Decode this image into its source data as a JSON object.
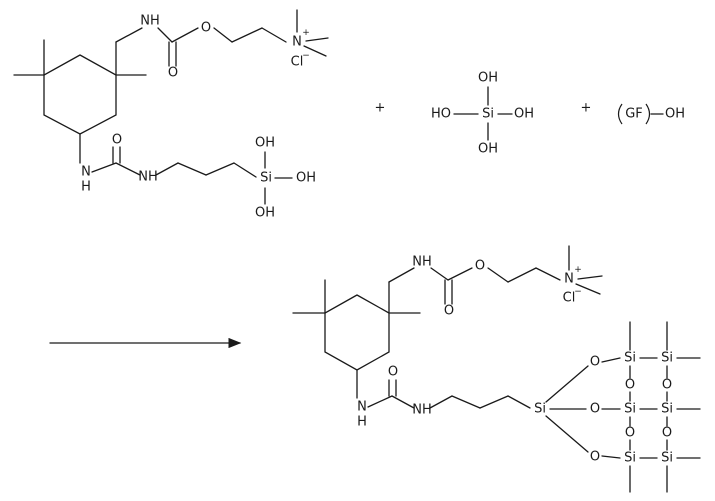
{
  "labels": {
    "NH": "NH",
    "N": "N",
    "H": "H",
    "O": "O",
    "Cl": "Cl",
    "Si": "Si",
    "OH": "OH",
    "HO": "HO",
    "plus_charge": "+",
    "minus_charge": "−",
    "plus_sign": "+",
    "GF": "GF"
  }
}
